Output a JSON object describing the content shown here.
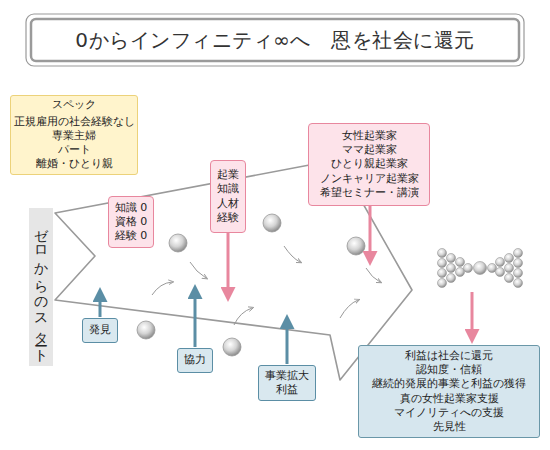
{
  "diagram": {
    "title": "0からインフィニティ∞へ　恩を社会に還元",
    "nodes": [
      {
        "text": [
          "スペック",
          "正規雇用の社会経験なし 専業主婦 パート 離婚・ひとり親"
        ]
      },
      {
        "text": [
          "知識 0 資格 0 経験 0"
        ]
      },
      {
        "text": [
          "起業 知識 人材 経験"
        ]
      },
      {
        "text": [
          "女性起業家 ママ起業家 ひとり親起業家 ノンキャリア起業家 希望セミナー・講演"
        ]
      },
      {
        "text": [
          "ゼロからのスタート"
        ]
      },
      {
        "text": [
          "発見"
        ]
      },
      {
        "text": [
          "協力"
        ]
      },
      {
        "text": [
          "事業拡大 利益"
        ]
      },
      {
        "text": [
          "利益は社会に還元 認知度・信頼 継続的発展的事業と利益の獲得 真の女性起業家支援 マイノリティへの支援 先見性"
        ]
      }
    ]
  }
}
